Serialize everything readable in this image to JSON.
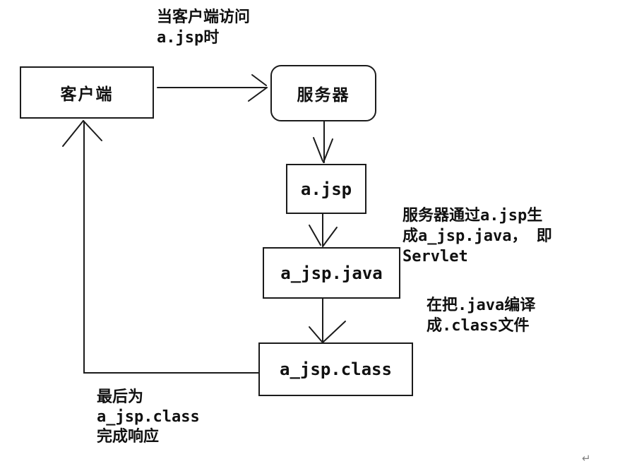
{
  "nodes": {
    "client": {
      "label": "客户端"
    },
    "server": {
      "label": "服务器"
    },
    "jsp": {
      "label": "a.jsp"
    },
    "java": {
      "label": "a_jsp.java"
    },
    "clazz": {
      "label": "a_jsp.class"
    }
  },
  "annotations": {
    "access": {
      "lines": [
        "当客户端访问",
        "a.jsp时"
      ]
    },
    "generate": {
      "lines": [
        "服务器通过a.jsp生",
        "成a_jsp.java， 即",
        "Servlet"
      ]
    },
    "compile": {
      "lines": [
        "在把.java编译",
        "成.class文件"
      ]
    },
    "response": {
      "lines": [
        "最后为",
        "a_jsp.class",
        "完成响应"
      ]
    }
  },
  "marks": {
    "paragraph_return": "↵"
  },
  "colors": {
    "line": "#1b1b1b",
    "text": "#111111",
    "return_mark": "#808080"
  }
}
